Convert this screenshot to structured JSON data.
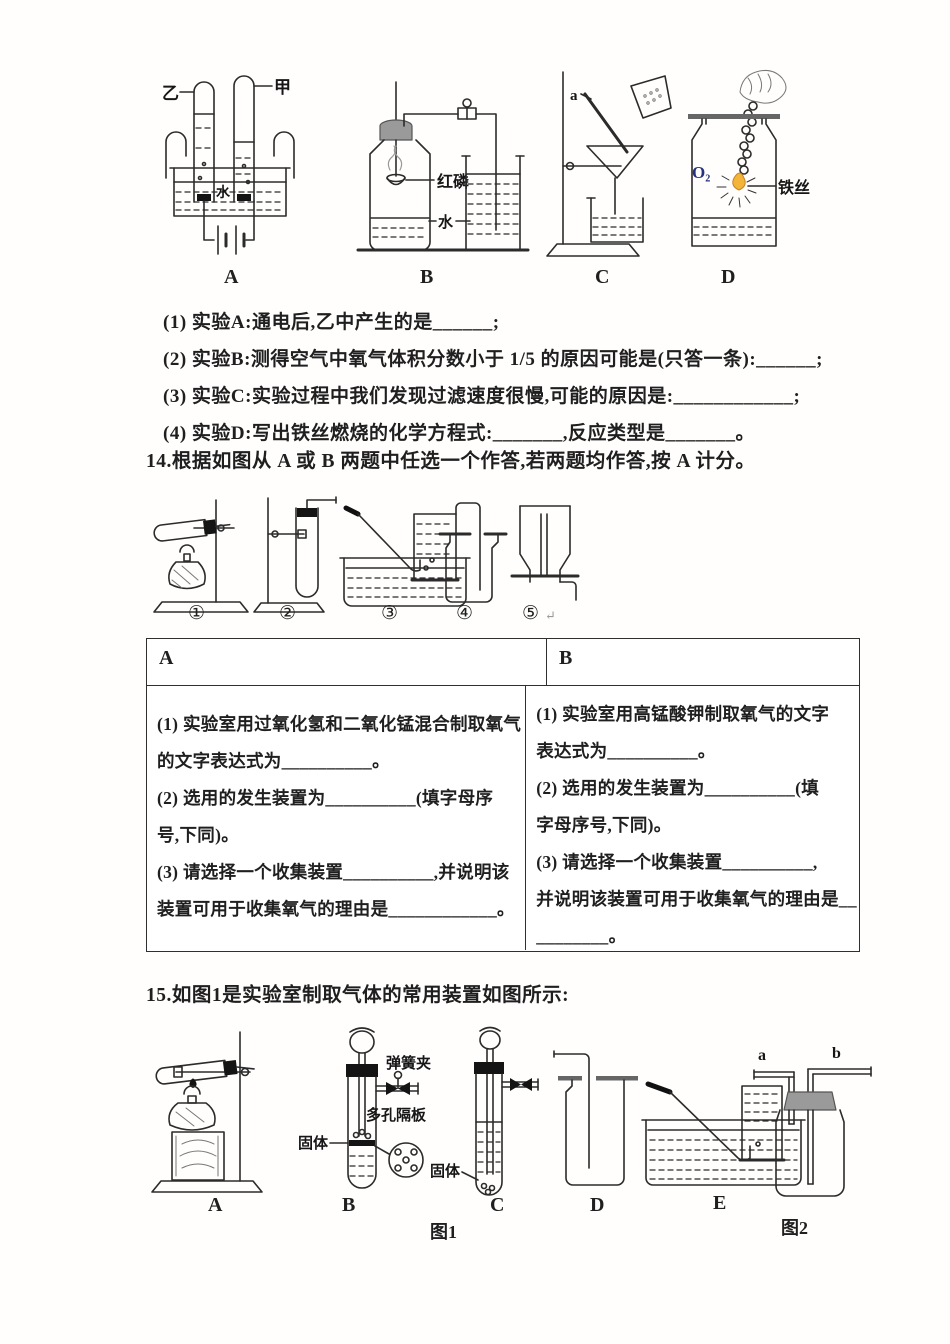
{
  "colors": {
    "ink": "#1f1f1f",
    "o2_blue": "#24327f",
    "flame_fill": "#f3b43a",
    "stopper_gray": "#9a9a9a"
  },
  "q13": {
    "figure_row": {
      "labels": [
        "A",
        "B",
        "C",
        "D"
      ],
      "a": {
        "left_tube": "乙",
        "right_tube": "甲",
        "water": "水"
      },
      "b": {
        "phosphorus": "红磷",
        "water": "水"
      },
      "c": {
        "rod": "a"
      },
      "d": {
        "gas": "O₂",
        "wire": "铁丝"
      }
    },
    "items": [
      "(1) 实验A:通电后,乙中产生的是______;",
      "(2) 实验B:测得空气中氧气体积分数小于 1/5 的原因可能是(只答一条):______;",
      "(3) 实验C:实验过程中我们发现过滤速度很慢,可能的原因是:____________;",
      "(4) 实验D:写出铁丝燃烧的化学方程式:_______,反应类型是_______。"
    ]
  },
  "q14": {
    "stem": "14.根据如图从 A 或 B 两题中任选一个作答,若两题均作答,按 A 计分。",
    "figure_labels": [
      "①",
      "②",
      "③",
      "④",
      "⑤"
    ],
    "return_mark": "↵",
    "table": {
      "header_a": "A",
      "header_b": "B",
      "cell_a_lines": [
        "(1) 实验室用过氧化氢和二氧化锰混合制取氧气",
        "的文字表达式为__________。",
        "(2) 选用的发生装置为__________(填字母序",
        "号,下同)。",
        "(3) 请选择一个收集装置__________,并说明该",
        "装置可用于收集氧气的理由是____________。"
      ],
      "cell_b_lines": [
        "(1) 实验室用高锰酸钾制取氧气的文字",
        "表达式为__________。",
        "(2) 选用的发生装置为__________(填",
        "字母序号,下同)。",
        "(3) 请选择一个收集装置__________,",
        "并说明该装置可用于收集氧气的理由是__",
        "________。"
      ]
    }
  },
  "q15": {
    "stem": "15.如图1是实验室制取气体的常用装置如图所示:",
    "figure_labels": [
      "A",
      "B",
      "C",
      "D",
      "E"
    ],
    "annotations": {
      "spring_clip": "弹簧夹",
      "perforated_plate": "多孔隔板",
      "solid_b": "固体",
      "solid_c": "固体",
      "tube_a": "a",
      "tube_b": "b"
    },
    "captions": {
      "fig1": "图1",
      "fig2": "图2"
    }
  }
}
